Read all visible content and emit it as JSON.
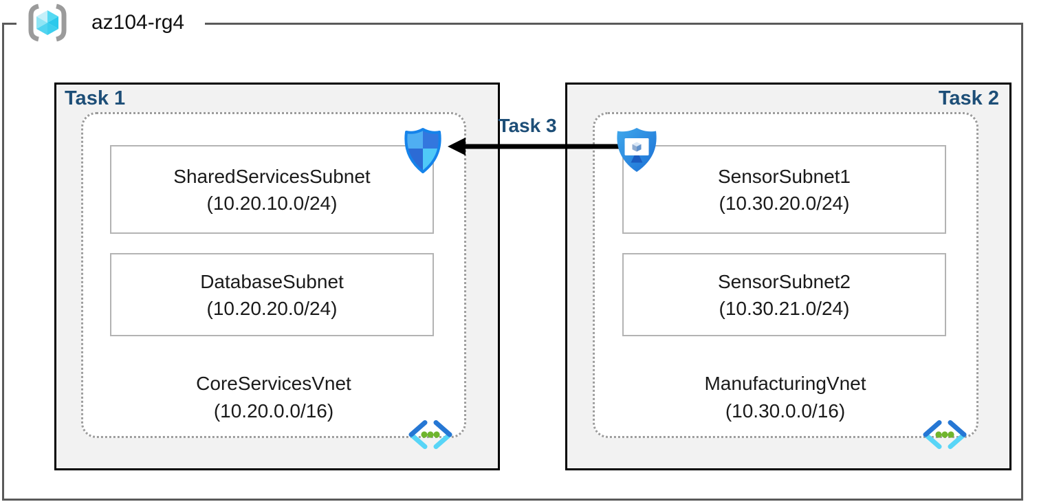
{
  "diagram": {
    "resource_group": "az104-rg4",
    "task1_label": "Task 1",
    "task2_label": "Task 2",
    "task3_label": "Task 3",
    "vnets": [
      {
        "name": "CoreServicesVnet",
        "cidr": "(10.20.0.0/16)",
        "subnets": [
          {
            "name": "SharedServicesSubnet",
            "cidr": "(10.20.10.0/24)"
          },
          {
            "name": "DatabaseSubnet",
            "cidr": "(10.20.20.0/24)"
          }
        ]
      },
      {
        "name": "ManufacturingVnet",
        "cidr": "(10.30.0.0/16)",
        "subnets": [
          {
            "name": "SensorSubnet1",
            "cidr": "(10.30.20.0/24)"
          },
          {
            "name": "SensorSubnet2",
            "cidr": "(10.30.21.0/24)"
          }
        ]
      }
    ],
    "icons": {
      "resource_group_icon": "azure-resource-group",
      "nsg_icon": "network-security-group-shield",
      "asg_icon": "application-security-group-shield",
      "vnet_icon": "virtual-network-chevrons"
    },
    "colors": {
      "task_label": "#1D4E77",
      "rg_border": "#5A5A5A",
      "task_box_fill": "#F2F2F2",
      "nsg_shield_border": "#1583EA",
      "vnet_dot_green": "#6FB52E",
      "arrow": "#000000"
    }
  }
}
